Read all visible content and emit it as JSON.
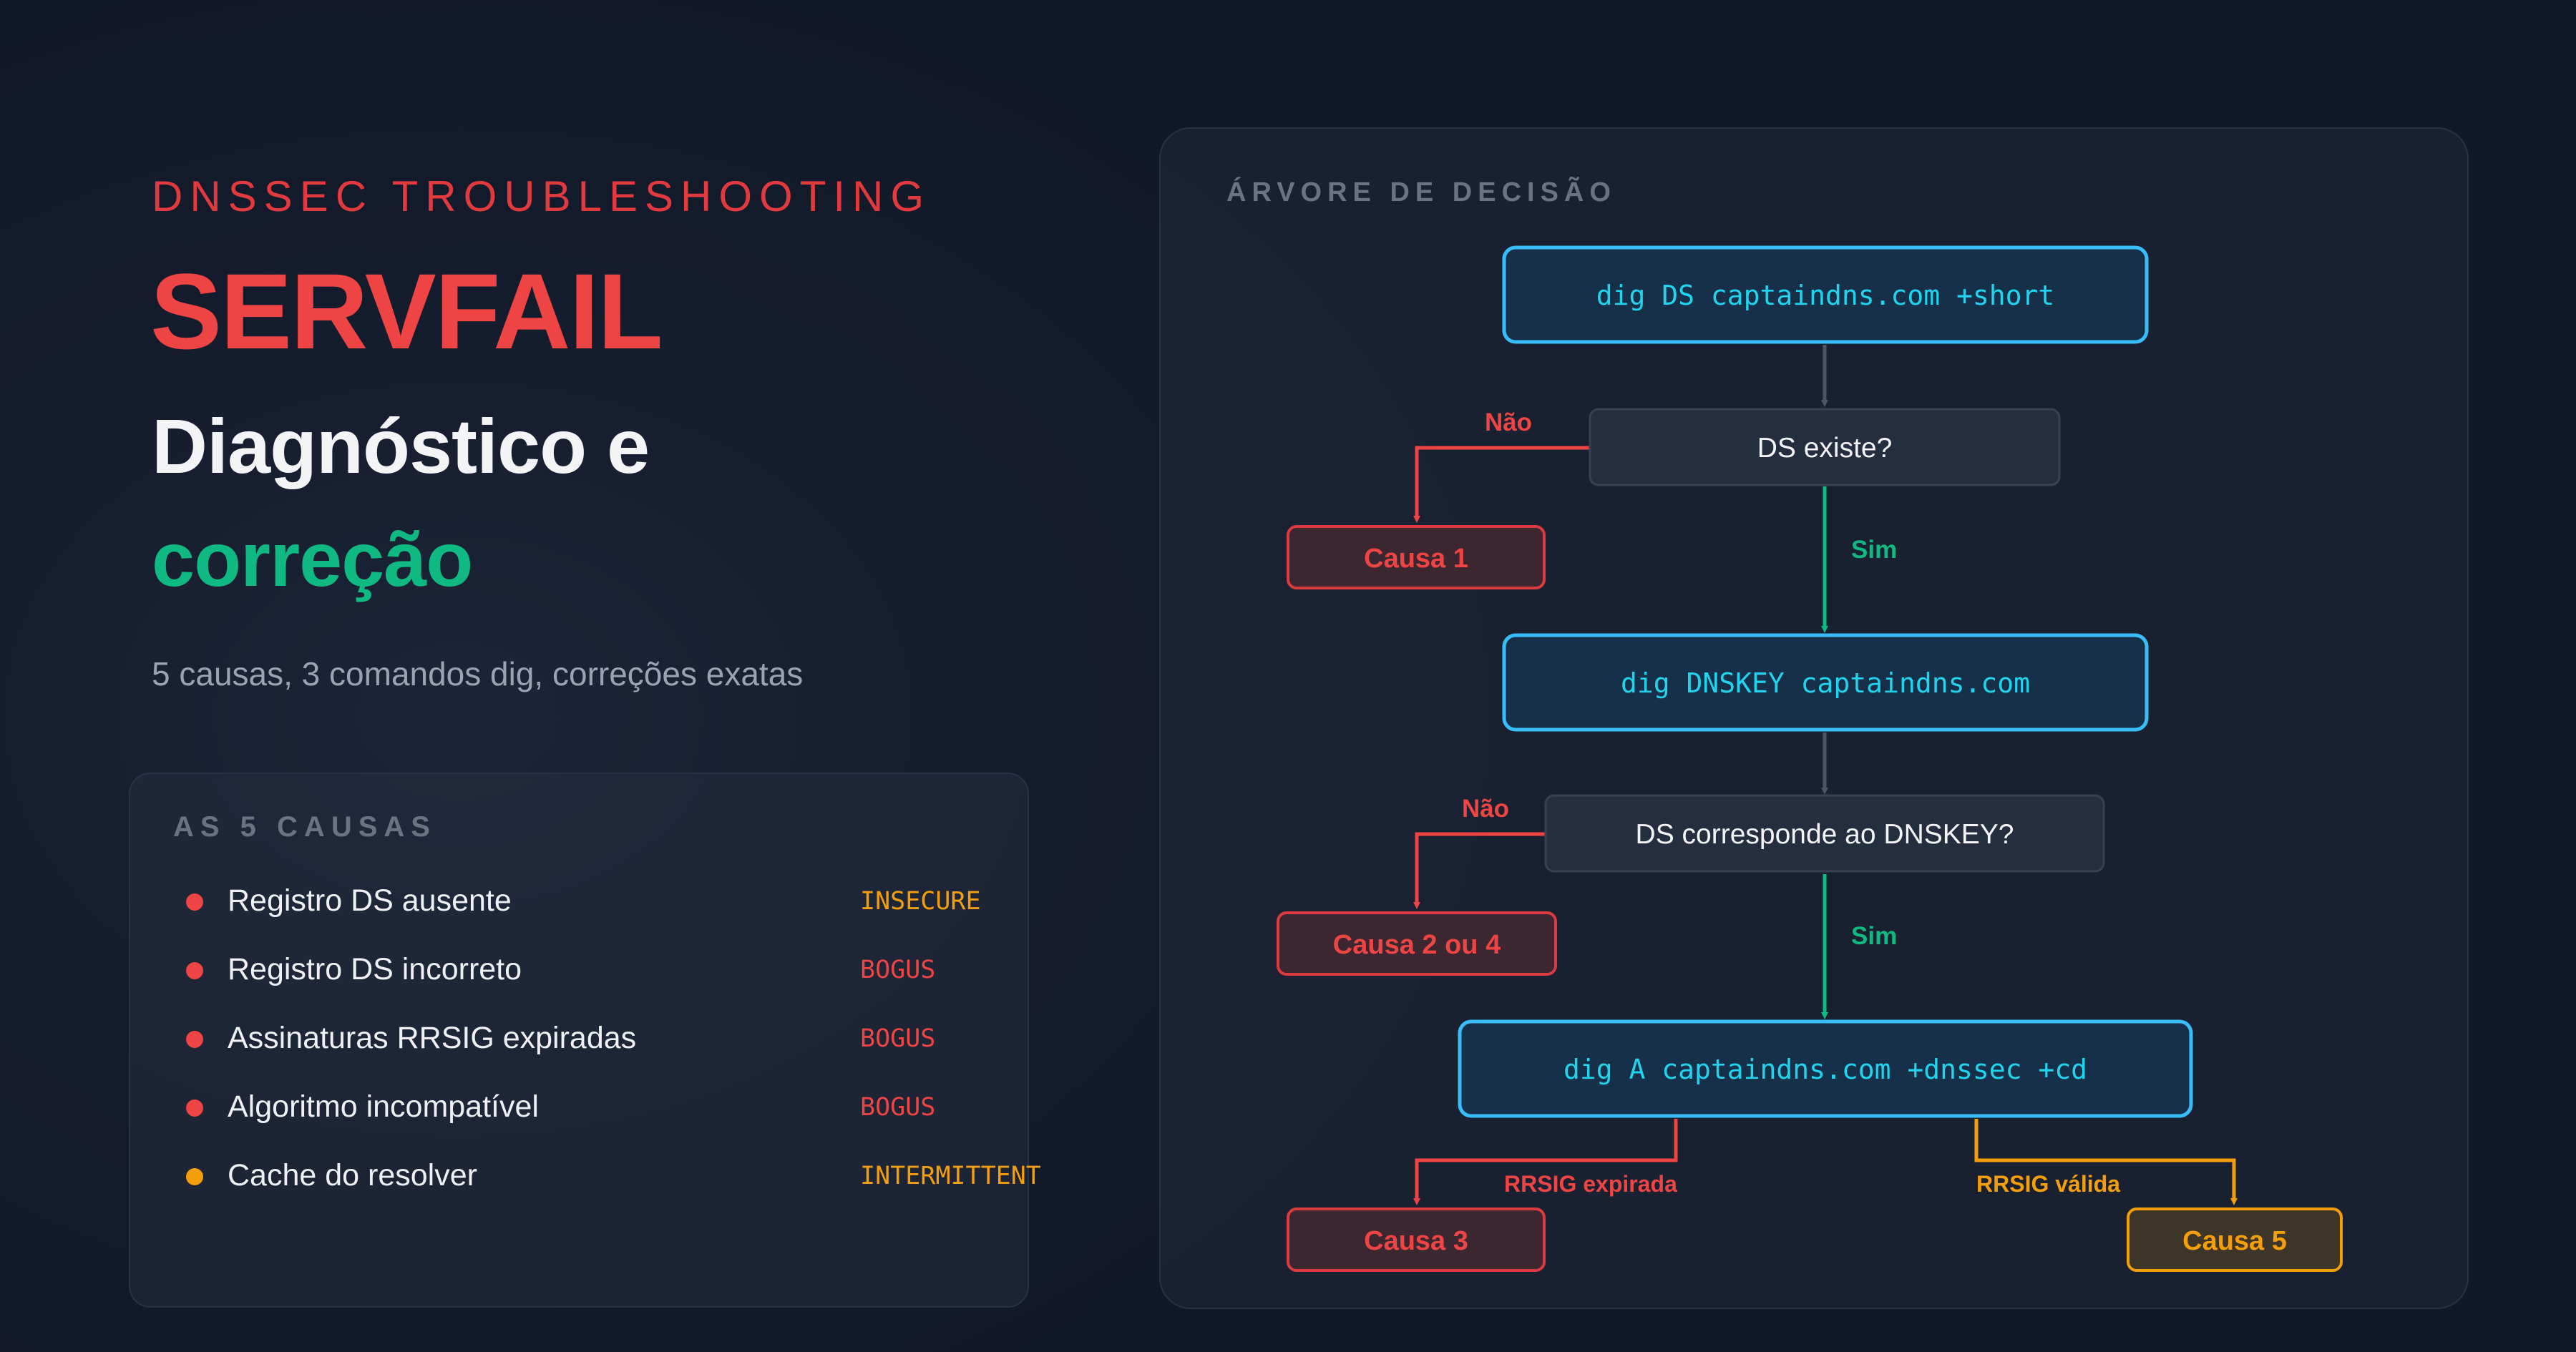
{
  "hero": {
    "eyebrow": "DNSSEC TROUBLESHOOTING",
    "title": "SERVFAIL",
    "subtitle_line1": "Diagnóstico e",
    "subtitle_line2": "correção",
    "description": "5 causas, 3 comandos dig, correções exatas"
  },
  "causes": {
    "heading": "AS 5 CAUSAS",
    "items": [
      {
        "label": "Registro DS ausente",
        "status": "INSECURE",
        "dot_color": "#ef4444",
        "status_color": "#f59e0b"
      },
      {
        "label": "Registro DS incorreto",
        "status": "BOGUS",
        "dot_color": "#ef4444",
        "status_color": "#ef4444"
      },
      {
        "label": "Assinaturas RRSIG expiradas",
        "status": "BOGUS",
        "dot_color": "#ef4444",
        "status_color": "#ef4444"
      },
      {
        "label": "Algoritmo incompatível",
        "status": "BOGUS",
        "dot_color": "#ef4444",
        "status_color": "#ef4444"
      },
      {
        "label": "Cache do resolver",
        "status": "INTERMITTENT",
        "dot_color": "#f59e0b",
        "status_color": "#f59e0b"
      }
    ]
  },
  "tree": {
    "heading": "ÁRVORE DE DECISÃO",
    "cmd1": "dig DS captaindns.com +short",
    "q1": "DS existe?",
    "q1_no": "Não",
    "q1_yes": "Sim",
    "result1": "Causa 1",
    "cmd2": "dig DNSKEY captaindns.com",
    "q2": "DS corresponde ao DNSKEY?",
    "q2_no": "Não",
    "q2_yes": "Sim",
    "result2": "Causa 2 ou 4",
    "cmd3": "dig A captaindns.com +dnssec +cd",
    "branch_expired": "RRSIG expirada",
    "branch_valid": "RRSIG válida",
    "result3": "Causa 3",
    "result5": "Causa 5"
  },
  "colors": {
    "red": "#ef4444",
    "green": "#10b981",
    "amber": "#f59e0b",
    "cyan": "#22d3ee",
    "cmd_border": "#38bdf8"
  }
}
